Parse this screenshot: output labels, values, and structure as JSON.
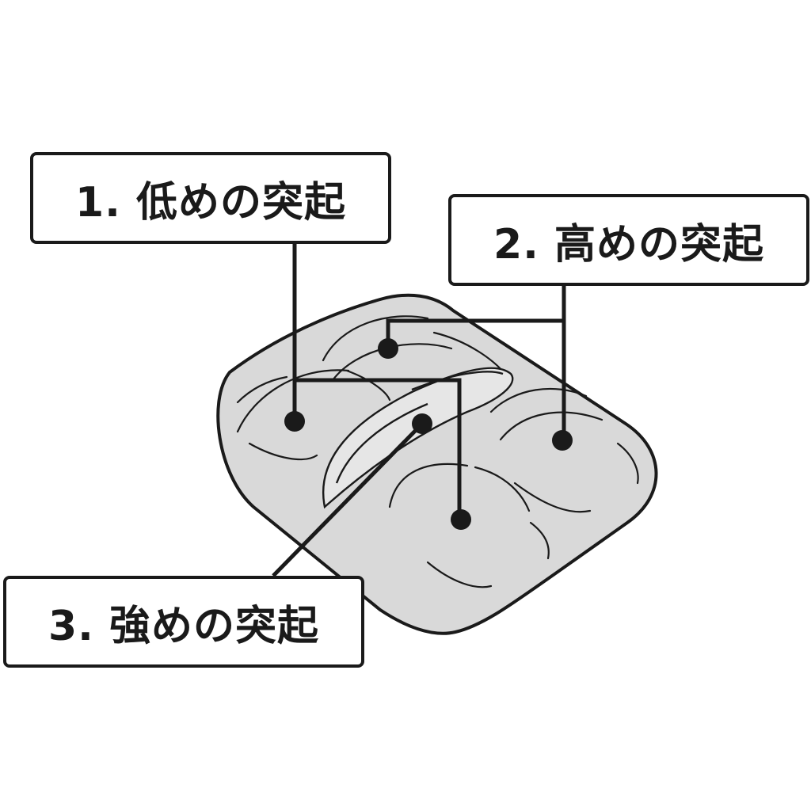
{
  "labels": {
    "low": "1. 低めの突起",
    "high": "2. 高めの突起",
    "strong": "3. 強めの突起"
  },
  "colors": {
    "pad_fill": "#d9d9d9",
    "outline": "#1a1a1a",
    "box_fill": "#ffffff"
  }
}
